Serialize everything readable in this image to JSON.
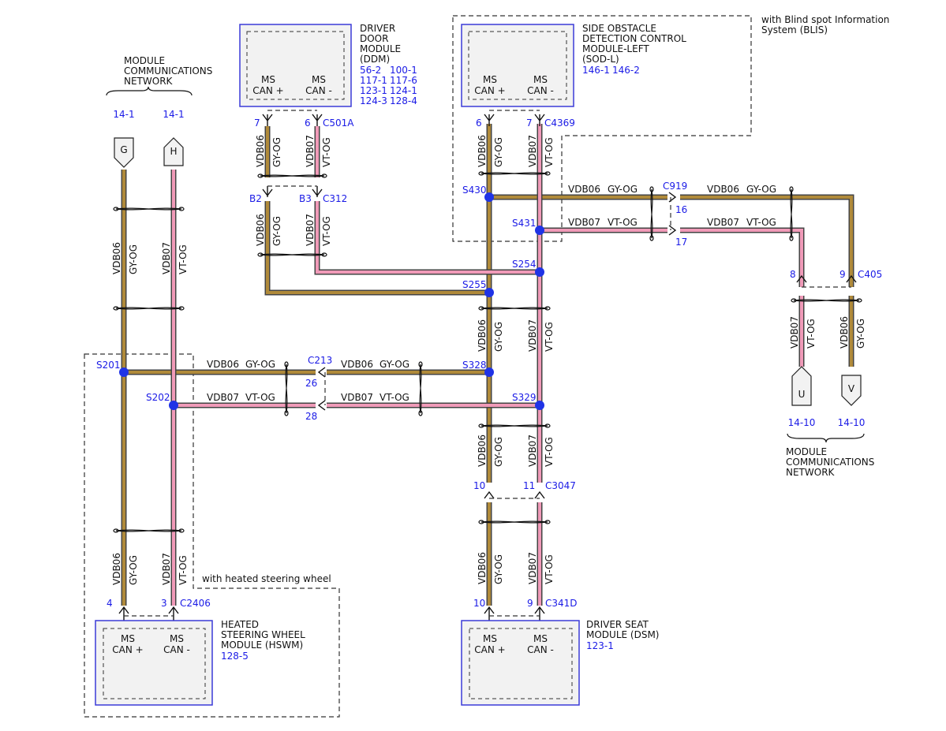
{
  "modules": {
    "ddm": {
      "name_lines": [
        "DRIVER",
        "DOOR",
        "MODULE",
        "(DDM)"
      ],
      "refs": [
        "56-2",
        "100-1",
        "117-1",
        "117-6",
        "123-1",
        "124-1",
        "124-3",
        "128-4"
      ],
      "pin_left": [
        "MS",
        "CAN +"
      ],
      "pin_right": [
        "MS",
        "CAN -"
      ]
    },
    "sodl": {
      "name_lines": [
        "SIDE OBSTACLE",
        "DETECTION CONTROL",
        "MODULE-LEFT",
        "(SOD-L)"
      ],
      "refs": [
        "146-1",
        "146-2"
      ],
      "pin_left": [
        "MS",
        "CAN +"
      ],
      "pin_right": [
        "MS",
        "CAN -"
      ]
    },
    "hswm": {
      "name_lines": [
        "HEATED",
        "STEERING WHEEL",
        "MODULE (HSWM)"
      ],
      "refs": [
        "128-5"
      ],
      "pin_left": [
        "MS",
        "CAN +"
      ],
      "pin_right": [
        "MS",
        "CAN -"
      ]
    },
    "dsm": {
      "name_lines": [
        "DRIVER SEAT",
        "MODULE (DSM)"
      ],
      "refs": [
        "123-1"
      ],
      "pin_left": [
        "MS",
        "CAN +"
      ],
      "pin_right": [
        "MS",
        "CAN -"
      ]
    }
  },
  "notes": {
    "blis": [
      "with Blind spot Information",
      "System (BLIS)"
    ],
    "heated": "with heated steering wheel",
    "mcn_top": [
      "MODULE",
      "COMMUNICATIONS",
      "NETWORK"
    ],
    "mcn_right": [
      "MODULE",
      "COMMUNICATIONS",
      "NETWORK"
    ]
  },
  "connectors": {
    "c501a": "C501A",
    "c312": "C312",
    "c4369": "C4369",
    "c919": "C919",
    "c405": "C405",
    "c213": "C213",
    "c3047": "C3047",
    "c341d": "C341D",
    "c2406": "C2406"
  },
  "pins": {
    "ddm_gy": "7",
    "ddm_vt": "6",
    "c312_gy": "B2",
    "c312_vt": "B3",
    "sod_gy": "6",
    "sod_vt": "7",
    "c919_gy": "16",
    "c919_vt": "17",
    "c405_vt": "8",
    "c405_gy": "9",
    "c213_gy": "26",
    "c213_vt": "28",
    "c3047_gy": "10",
    "c3047_vt": "11",
    "c341d_gy": "10",
    "c341d_vt": "9",
    "c2406_gy": "4",
    "c2406_vt": "3"
  },
  "splices": {
    "s430": "S430",
    "s431": "S431",
    "s254": "S254",
    "s255": "S255",
    "s328": "S328",
    "s329": "S329",
    "s201": "S201",
    "s202": "S202"
  },
  "connector_ends": {
    "g": {
      "letter": "G",
      "ref": "14-1"
    },
    "h": {
      "letter": "H",
      "ref": "14-1"
    },
    "u": {
      "letter": "U",
      "ref": "14-10"
    },
    "v": {
      "letter": "V",
      "ref": "14-10"
    }
  },
  "wire_labels": {
    "circuit_gy": "VDB06",
    "color_gy": "GY-OG",
    "circuit_vt": "VDB07",
    "color_vt": "VT-OG"
  },
  "colors": {
    "gy_og": "#b08a3a",
    "vt_og": "#f09ab8",
    "splice": "#1f33e6",
    "ref_text": "#1a1ae6"
  }
}
